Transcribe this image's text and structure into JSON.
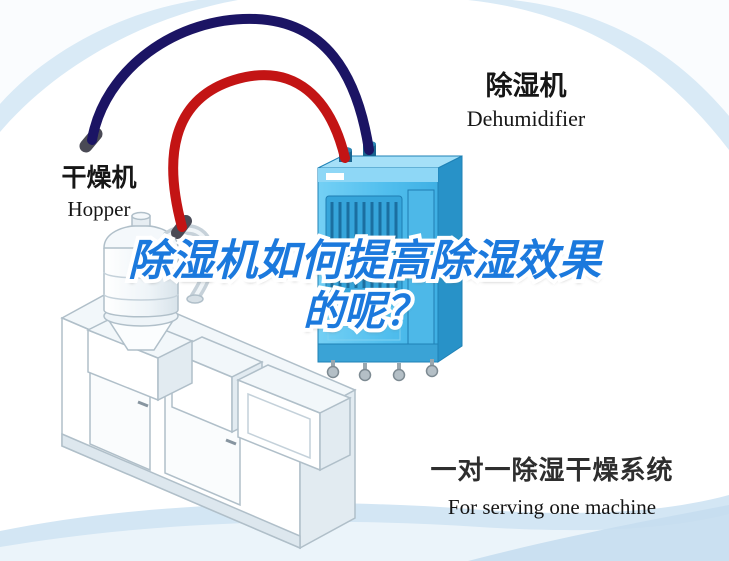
{
  "title": {
    "line1": "除湿机如何提高除湿效果",
    "line2": "的呢？",
    "color": "#1b79dd"
  },
  "labels": {
    "hopper": {
      "cn": "干燥机",
      "en": "Hopper"
    },
    "dehumidifier": {
      "cn": "除湿机",
      "en": "Dehumidifier"
    },
    "system": {
      "cn": "一对一除湿干燥系统",
      "en": "For serving one machine"
    }
  },
  "colors": {
    "title_blue": "#1b79dd",
    "hose_red": "#c31414",
    "hose_navy": "#1b1464",
    "dehumidifier_body": "#52bfee",
    "dehumidifier_side": "#2892c8",
    "vent_panel": "#36a5da",
    "background_wave": "#d9eaf6",
    "machine_line": "#b0bfc9",
    "text_dark": "#161616"
  }
}
